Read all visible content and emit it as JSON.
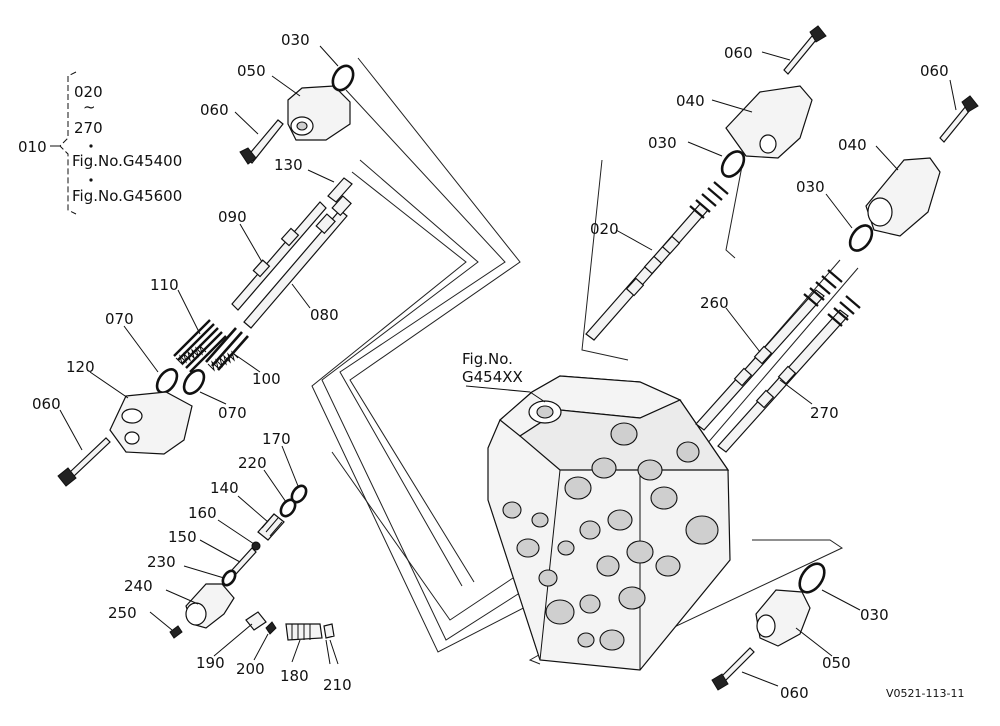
{
  "bracket_group": {
    "label": "010",
    "lines": [
      "020",
      "~",
      "270",
      "Fig.No.G45400",
      "Fig.No.G45600"
    ]
  },
  "figure_ref": {
    "line1": "Fig.No.",
    "line2": "G454XX"
  },
  "image_code": "V0521-113-11",
  "callouts": {
    "p030_top": "030",
    "p050_top": "050",
    "p060_top_left": "060",
    "p130": "130",
    "p090": "090",
    "p080": "080",
    "p110": "110",
    "p070_left": "070",
    "p120": "120",
    "p100": "100",
    "p070_mid": "070",
    "p060_left": "060",
    "p170": "170",
    "p220": "220",
    "p140": "140",
    "p160": "160",
    "p150": "150",
    "p230": "230",
    "p240": "240",
    "p250": "250",
    "p190": "190",
    "p200": "200",
    "p180": "180",
    "p210": "210",
    "p060_top_right_a": "060",
    "p040_a": "040",
    "p030_right_a": "030",
    "p060_top_right_b": "060",
    "p040_b": "040",
    "p030_right_b": "030",
    "p020": "020",
    "p260": "260",
    "p270": "270",
    "p030_bottom": "030",
    "p050_bottom": "050",
    "p060_bottom": "060"
  }
}
